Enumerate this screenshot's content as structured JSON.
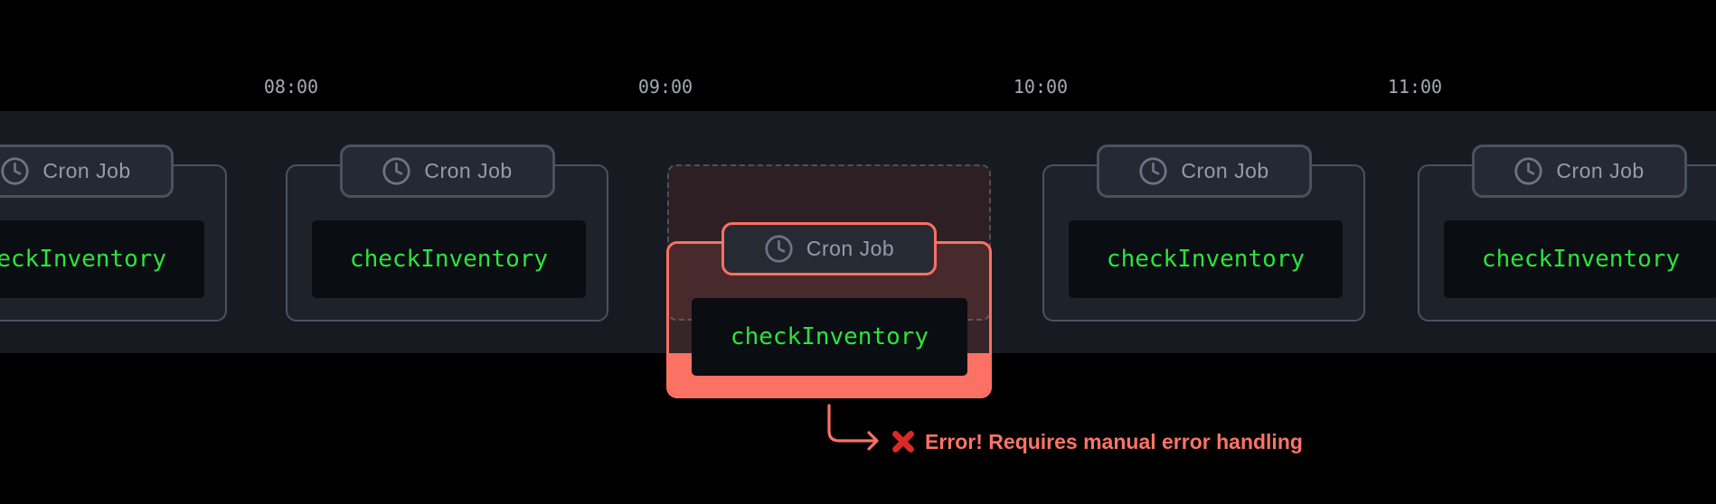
{
  "timeline": {
    "time_labels": [
      {
        "label": "08:00"
      },
      {
        "label": "09:00"
      },
      {
        "label": "10:00"
      },
      {
        "label": "11:00"
      }
    ],
    "cards": [
      {
        "badge_label": "Cron Job",
        "job_name": "checkInventory",
        "status": "success"
      },
      {
        "badge_label": "Cron Job",
        "job_name": "checkInventory",
        "status": "success"
      },
      {
        "badge_label": "Cron Job",
        "job_name": "checkInventory",
        "status": "error"
      },
      {
        "badge_label": "Cron Job",
        "job_name": "checkInventory",
        "status": "success"
      },
      {
        "badge_label": "Cron Job",
        "job_name": "checkInventory",
        "status": "success"
      }
    ],
    "error_annotation": {
      "icon": "cross-mark-icon",
      "text": "Error! Requires manual error handling"
    },
    "icons": {
      "badge_icon": "clock-icon"
    },
    "colors": {
      "error_accent": "#FB7163",
      "code_text_green": "#2BE43C",
      "cross_mark_red": "#D92A28",
      "band_background": "#171A21",
      "card_border": "#4A5260"
    }
  }
}
